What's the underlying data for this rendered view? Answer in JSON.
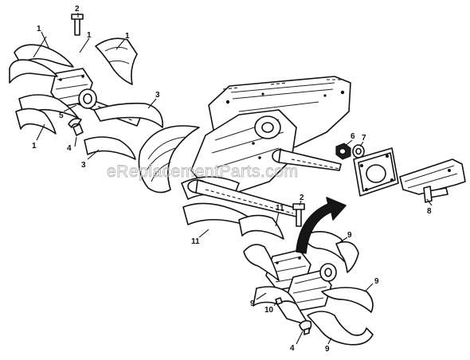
{
  "watermark": "eReplacementParts.com",
  "callouts": {
    "c1a": "1",
    "c1b": "1",
    "c1c": "1",
    "c1d": "1",
    "c2a": "2",
    "c2b": "2",
    "c3a": "3",
    "c3b": "3",
    "c4a": "4",
    "c4b": "4",
    "c5": "5",
    "c6": "6",
    "c7": "7",
    "c8": "8",
    "c9a": "9",
    "c9b": "9",
    "c9c": "9",
    "c9d": "9",
    "c10": "10",
    "c11a": "11",
    "c11b": "11"
  }
}
